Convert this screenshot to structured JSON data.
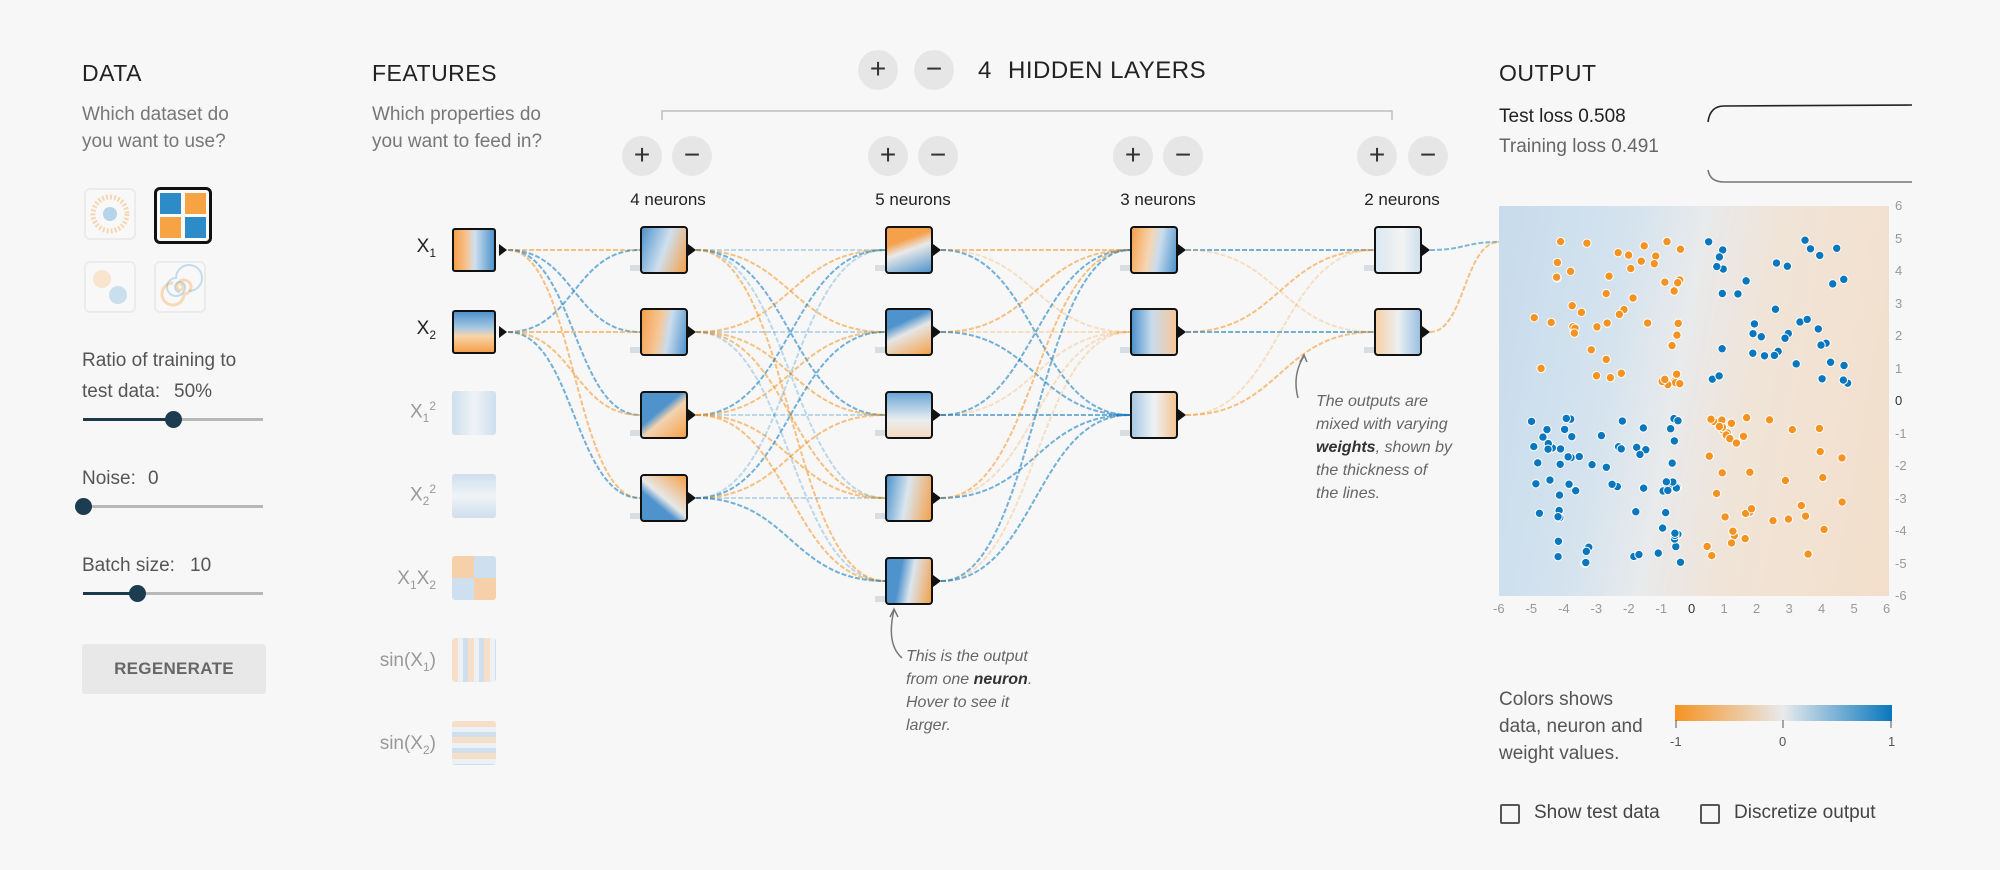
{
  "data_panel": {
    "heading": "DATA",
    "question": "Which dataset do you want to use?",
    "datasets": [
      {
        "name": "circle",
        "selected": false
      },
      {
        "name": "xor",
        "selected": true
      },
      {
        "name": "gaussian",
        "selected": false
      },
      {
        "name": "spiral",
        "selected": false
      }
    ],
    "ratio_label": "Ratio of training to",
    "ratio_label2": "test data:",
    "ratio_value": "50%",
    "ratio_fraction": 0.5,
    "noise_label": "Noise:",
    "noise_value": "0",
    "noise_fraction": 0.0,
    "batch_label": "Batch size:",
    "batch_value": "10",
    "batch_fraction": 0.3,
    "regenerate_label": "REGENERATE"
  },
  "features_panel": {
    "heading": "FEATURES",
    "question": "Which properties do you want to feed in?",
    "features": [
      {
        "id": "x1",
        "label": "X",
        "sub": "1",
        "sup": "",
        "active": true
      },
      {
        "id": "x2",
        "label": "X",
        "sub": "2",
        "sup": "",
        "active": true
      },
      {
        "id": "x1sq",
        "label": "X",
        "sub": "1",
        "sup": "2",
        "active": false
      },
      {
        "id": "x2sq",
        "label": "X",
        "sub": "2",
        "sup": "2",
        "active": false
      },
      {
        "id": "x1x2",
        "label": "X",
        "sub": "1",
        "sup": "",
        "label2": "X",
        "sub2": "2",
        "active": false
      },
      {
        "id": "sinx1",
        "label": "sin(X",
        "sub": "1",
        "suffix": ")",
        "active": false
      },
      {
        "id": "sinx2",
        "label": "sin(X",
        "sub": "2",
        "suffix": ")",
        "active": false
      }
    ]
  },
  "network": {
    "hidden_layers_count": "4",
    "hidden_layers_label": "HIDDEN LAYERS",
    "plus": "+",
    "minus": "−",
    "layers": [
      {
        "label": "4 neurons",
        "count": 4
      },
      {
        "label": "5 neurons",
        "count": 5
      },
      {
        "label": "3 neurons",
        "count": 3
      },
      {
        "label": "2 neurons",
        "count": 2
      }
    ],
    "note_weights": [
      "The outputs are",
      "mixed with varying",
      "weights",
      ", shown by",
      "the thickness of",
      "the lines."
    ],
    "note_neuron": [
      "This is the output",
      "from one",
      "neuron",
      ".",
      "Hover to see it",
      "larger."
    ]
  },
  "output_panel": {
    "heading": "OUTPUT",
    "test_loss_label": "Test loss",
    "test_loss_value": "0.508",
    "training_loss_label": "Training loss",
    "training_loss_value": "0.491",
    "x_ticks": [
      "-6",
      "-5",
      "-4",
      "-3",
      "-2",
      "-1",
      "0",
      "1",
      "2",
      "3",
      "4",
      "5",
      "6"
    ],
    "y_ticks": [
      "6",
      "5",
      "4",
      "3",
      "2",
      "1",
      "0",
      "-1",
      "-2",
      "-3",
      "-4",
      "-5",
      "-6"
    ],
    "legend_text": "Colors shows data, neuron and weight values.",
    "legend_ticks": [
      "-1",
      "0",
      "1"
    ],
    "show_test_label": "Show test data",
    "discretize_label": "Discretize output"
  },
  "colors": {
    "orange": "#f59322",
    "blue": "#0877bd",
    "background": "#f7f7f7"
  }
}
